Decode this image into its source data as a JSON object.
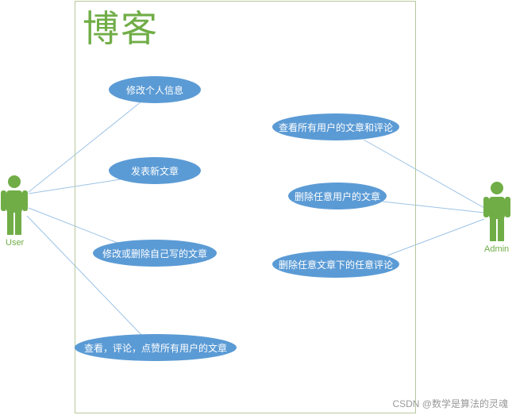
{
  "diagram": {
    "system_title": "博客",
    "actors": {
      "user": "User",
      "admin": "Admin"
    },
    "user_use_cases": [
      "修改个人信息",
      "发表新文章",
      "修改或删除自己写的文章",
      "查看，评论，点赞所有用户的文章"
    ],
    "admin_use_cases": [
      "查看所有用户的文章和评论",
      "删除任意用户的文章",
      "删除任意文章下的任意评论"
    ]
  },
  "watermark": "CSDN @数学是算法的灵魂",
  "colors": {
    "actor": "#70ad47",
    "use_case_fill": "#5b9bd5",
    "connector": "#9dc3e6",
    "system_border": "#b7c79b"
  }
}
